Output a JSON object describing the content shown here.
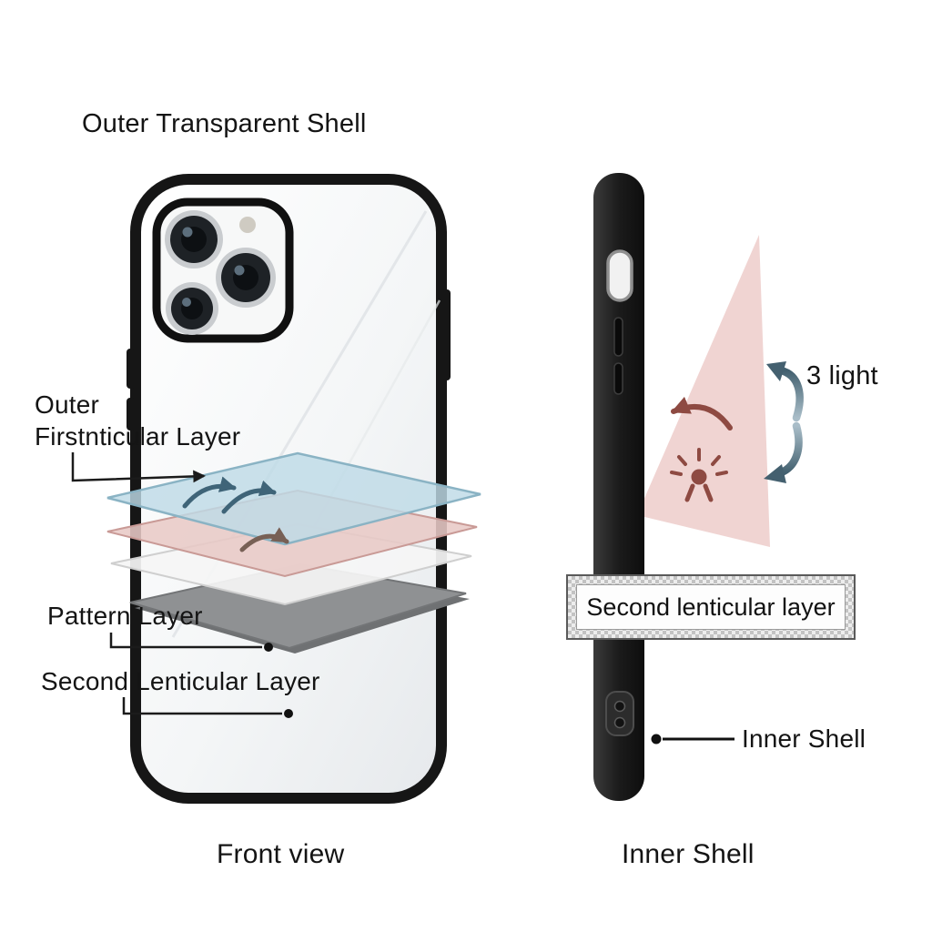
{
  "diagram": {
    "labels": {
      "outer_transparent_shell": "Outer Transparent Shell",
      "outer_first_lenticular": "Outer\nFirstnticular Layer",
      "pattern_layer": "Pattern Layer",
      "second_lenticular_layer": "Second Lenticular Layer",
      "three_light": "3 light",
      "second_lenticular_box": "Second lenticular layer",
      "inner_shell_callout": "Inner Shell"
    },
    "captions": {
      "front_view": "Front view",
      "inner_shell": "Inner Shell"
    },
    "colors": {
      "case_black": "#1b1b1b",
      "first_lenticular_blue": "#bedbe7",
      "pink_layer": "#e8c9c6",
      "white_layer": "#f5f5f5",
      "pattern_gray": "#8f9193",
      "beam_pink": "#e2aaa5",
      "accent_dark_red": "#8e4a42",
      "arrow_slate": "#3f6478"
    }
  }
}
